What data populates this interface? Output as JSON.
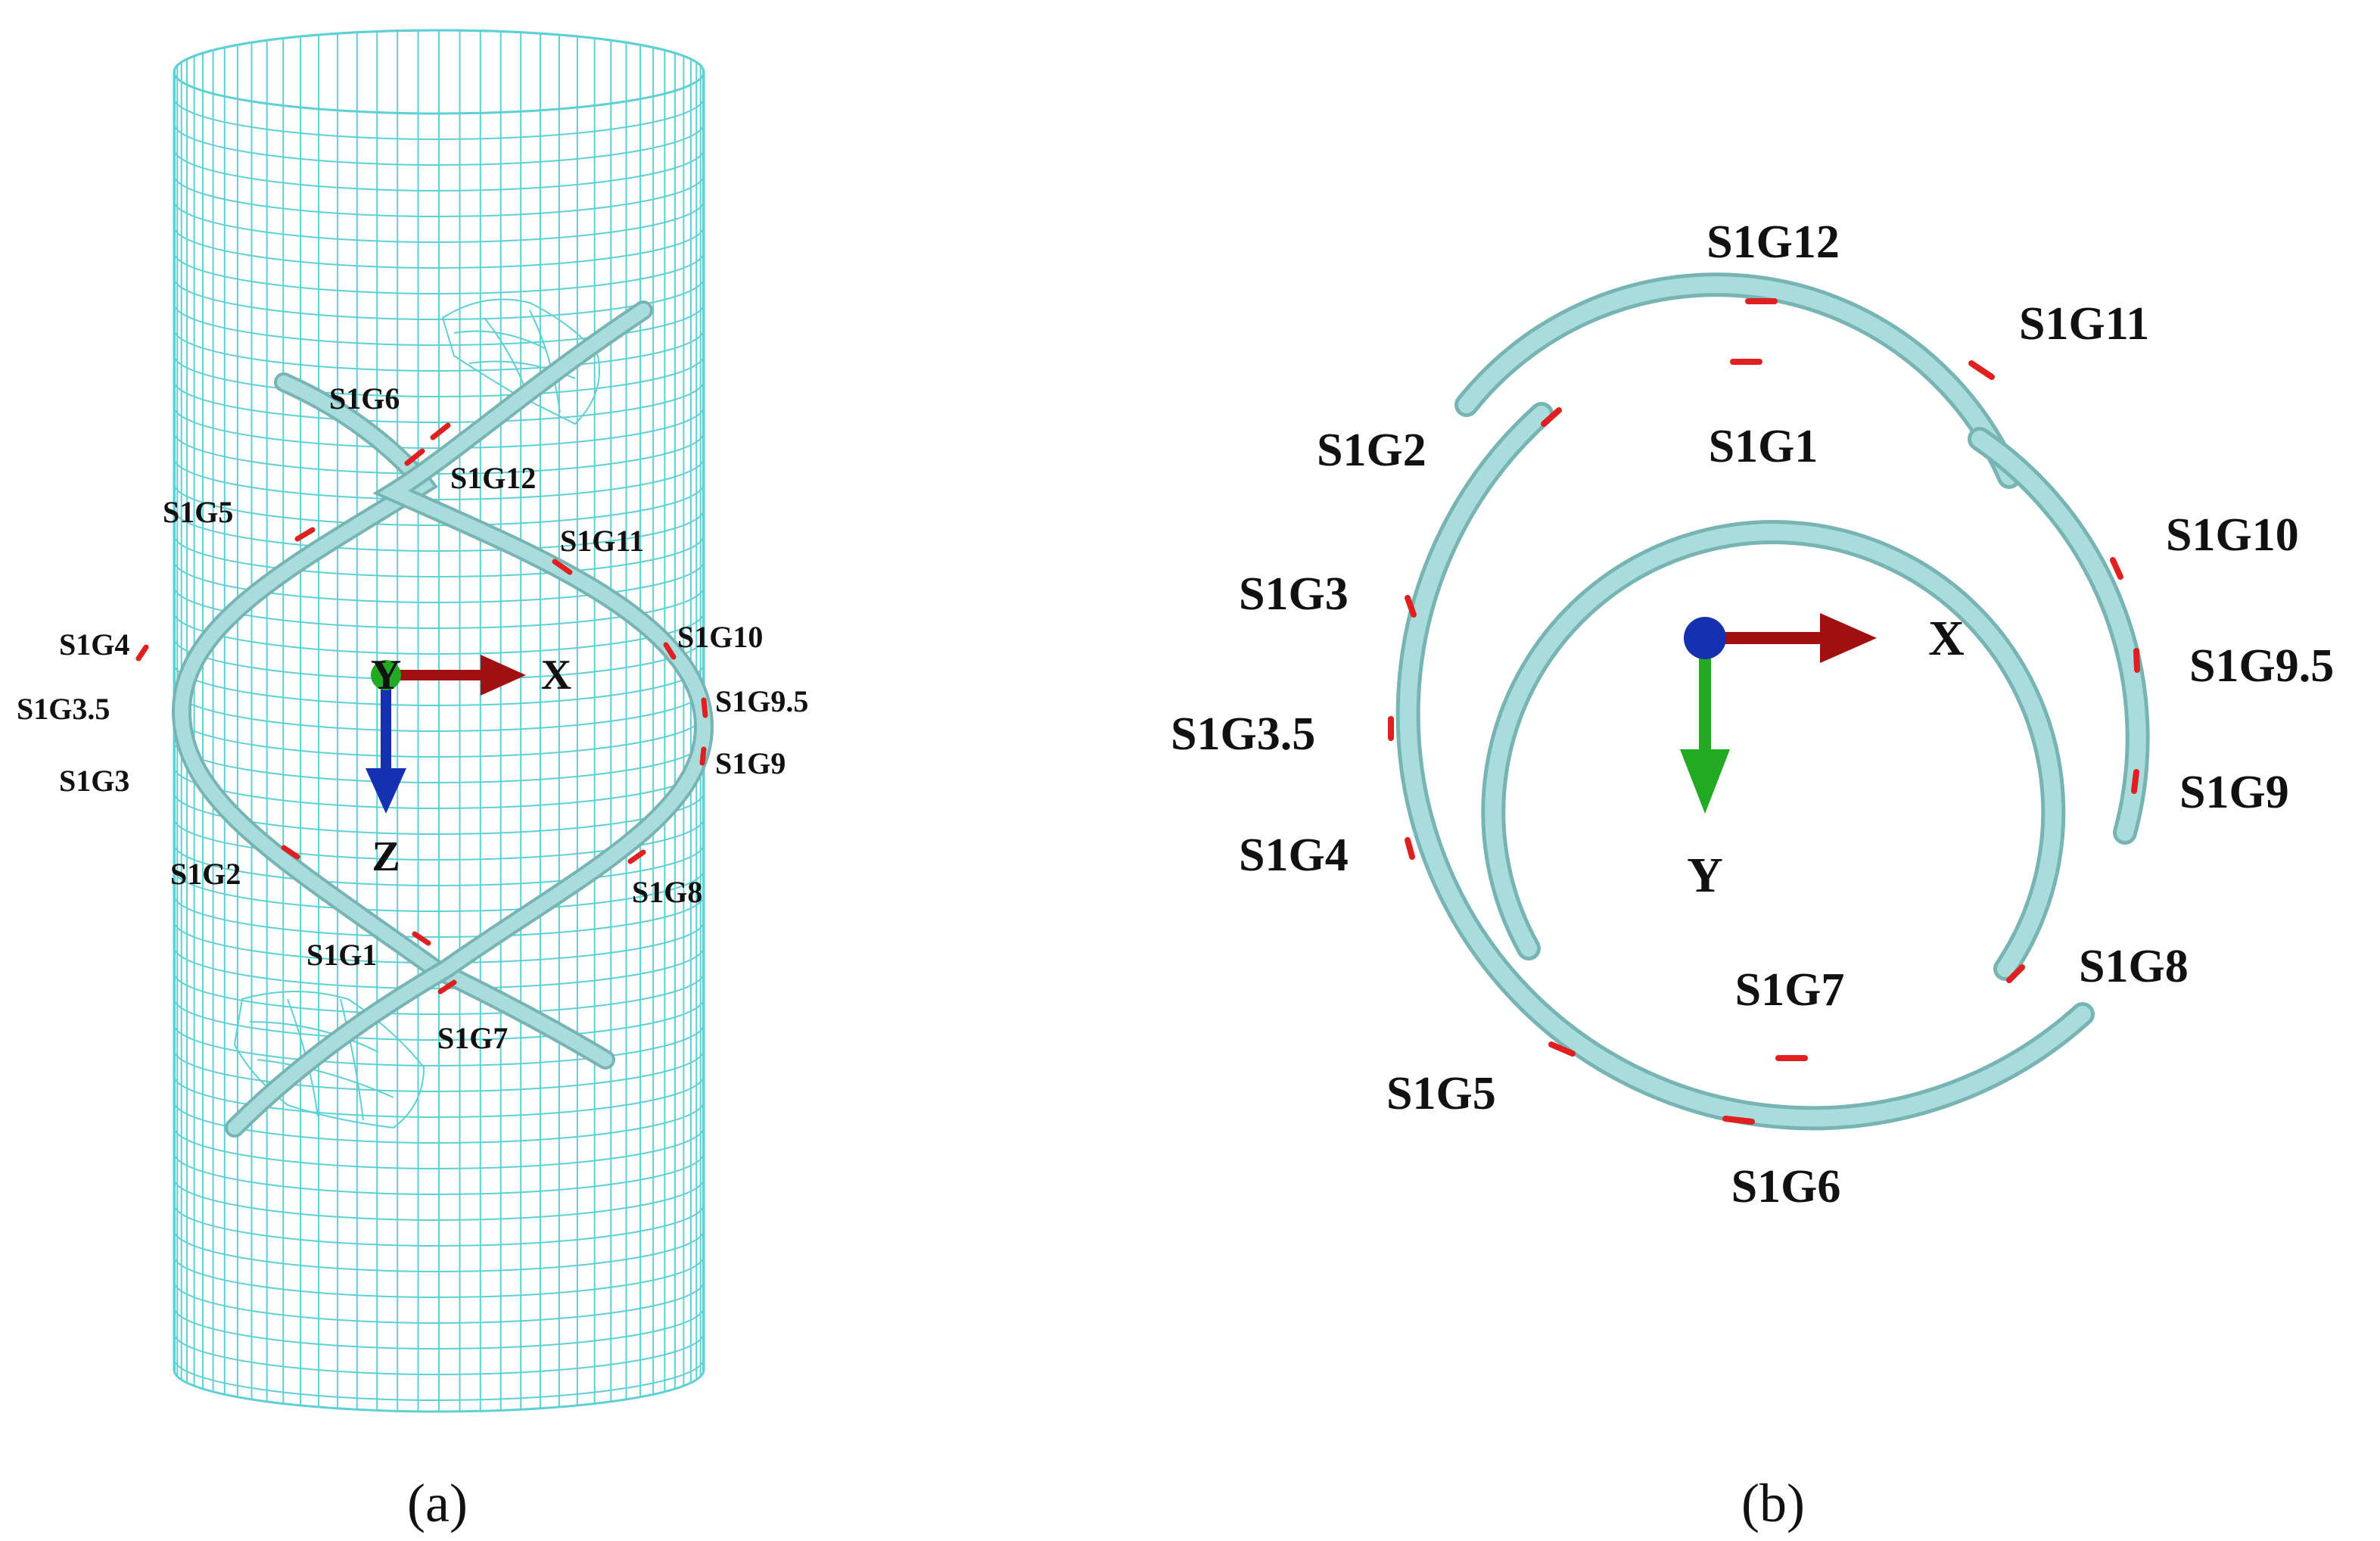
{
  "colors": {
    "mesh": "#5fd0d3",
    "tube": "#a9dcdc",
    "tube_edge": "#78b4b4",
    "sensor": "#e02020",
    "axis_x": "#a01010",
    "axis_y": "#22aa22",
    "axis_z": "#1530b0"
  },
  "panel_a": {
    "caption": "(a)",
    "axes": {
      "x": "X",
      "y": "Y",
      "z": "Z"
    },
    "labels": {
      "g6": "S1G6",
      "g12": "S1G12",
      "g5": "S1G5",
      "g11": "S1G11",
      "g4": "S1G4",
      "g10": "S1G10",
      "g35": "S1G3.5",
      "g95": "S1G9.5",
      "g3": "S1G3",
      "g9": "S1G9",
      "g2": "S1G2",
      "g8": "S1G8",
      "g1": "S1G1",
      "g7": "S1G7"
    }
  },
  "panel_b": {
    "caption": "(b)",
    "axes": {
      "x": "X",
      "y": "Y"
    },
    "labels": {
      "g12": "S1G12",
      "g11": "S1G11",
      "g2": "S1G2",
      "g1": "S1G1",
      "g10": "S1G10",
      "g3": "S1G3",
      "g95": "S1G9.5",
      "g35": "S1G3.5",
      "g9": "S1G9",
      "g4": "S1G4",
      "g8": "S1G8",
      "g7": "S1G7",
      "g5": "S1G5",
      "g6": "S1G6"
    }
  }
}
